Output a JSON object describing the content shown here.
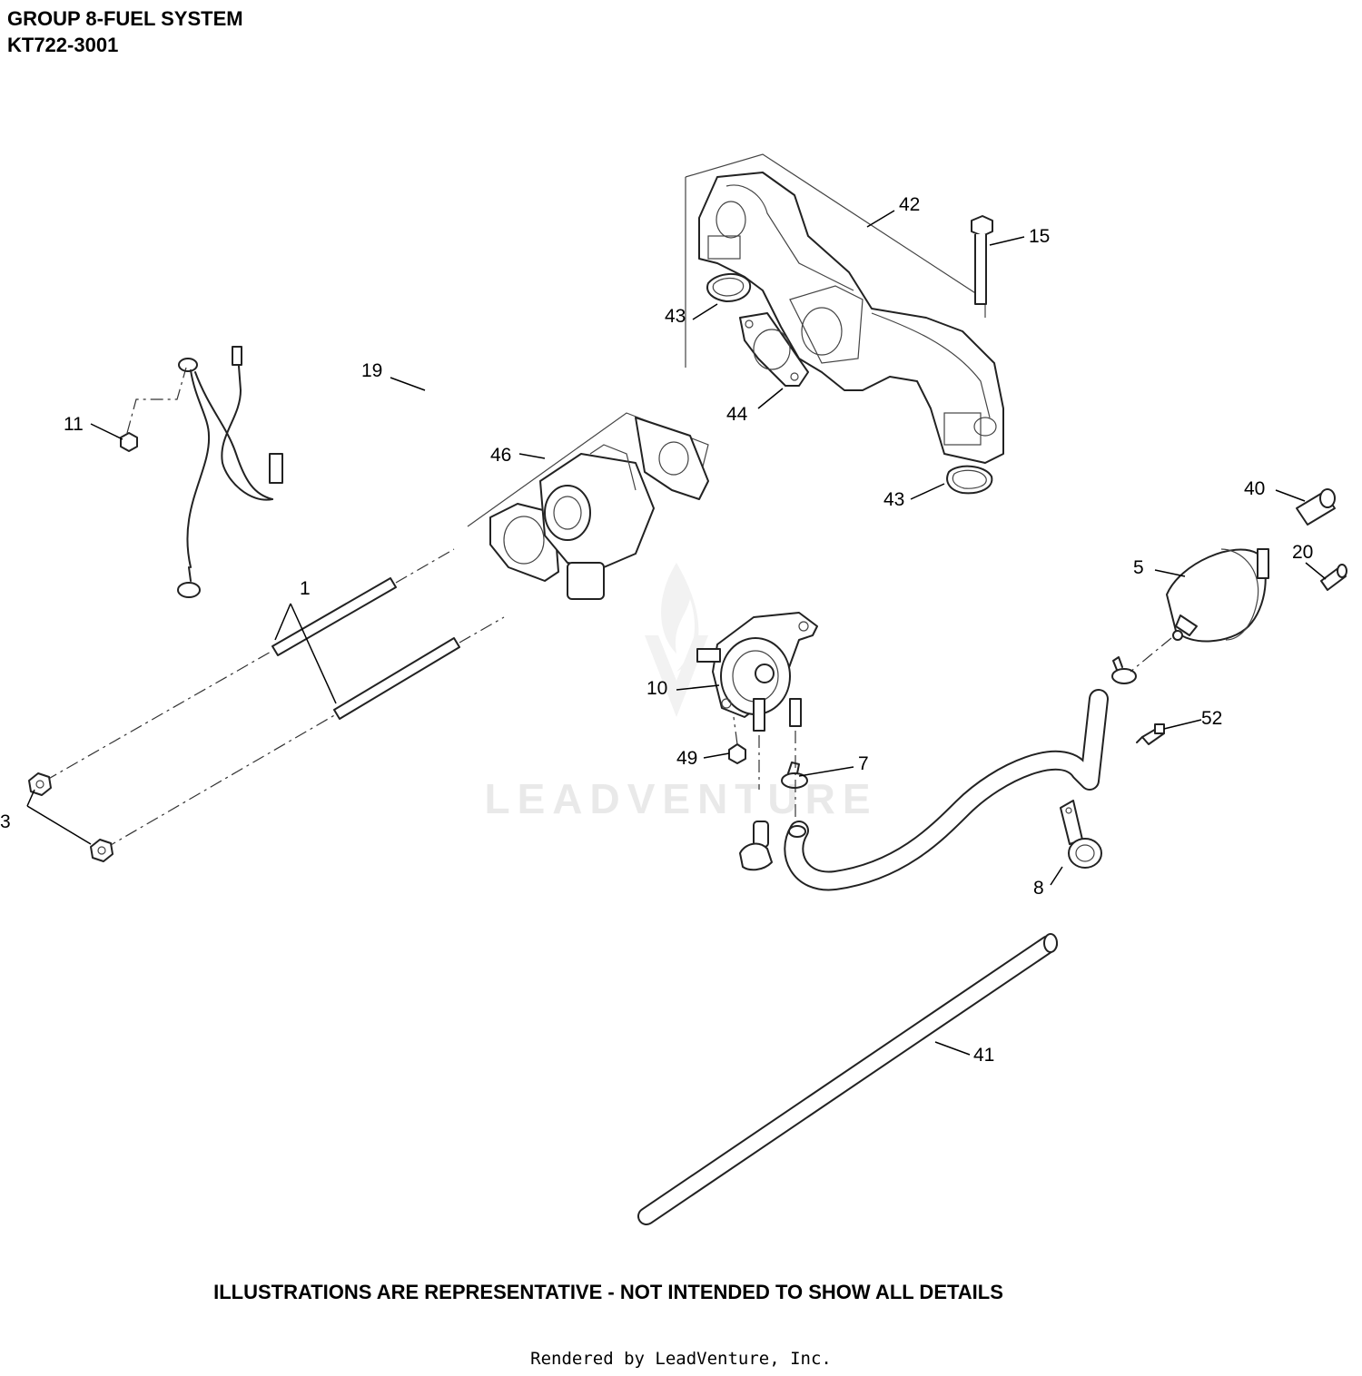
{
  "header": {
    "title": "GROUP 8-FUEL SYSTEM",
    "model": "KT722-3001"
  },
  "callouts": {
    "c1": "1",
    "c3": "3",
    "c5": "5",
    "c7": "7",
    "c8": "8",
    "c10": "10",
    "c11": "11",
    "c15": "15",
    "c19": "19",
    "c20": "20",
    "c40": "40",
    "c41": "41",
    "c42": "42",
    "c43a": "43",
    "c43b": "43",
    "c44": "44",
    "c46": "46",
    "c49": "49",
    "c52": "52"
  },
  "watermark": "LEADVENTURE",
  "footer": {
    "disclaimer": "ILLUSTRATIONS ARE REPRESENTATIVE - NOT INTENDED TO SHOW ALL DETAILS",
    "credit": "Rendered by LeadVenture, Inc."
  }
}
